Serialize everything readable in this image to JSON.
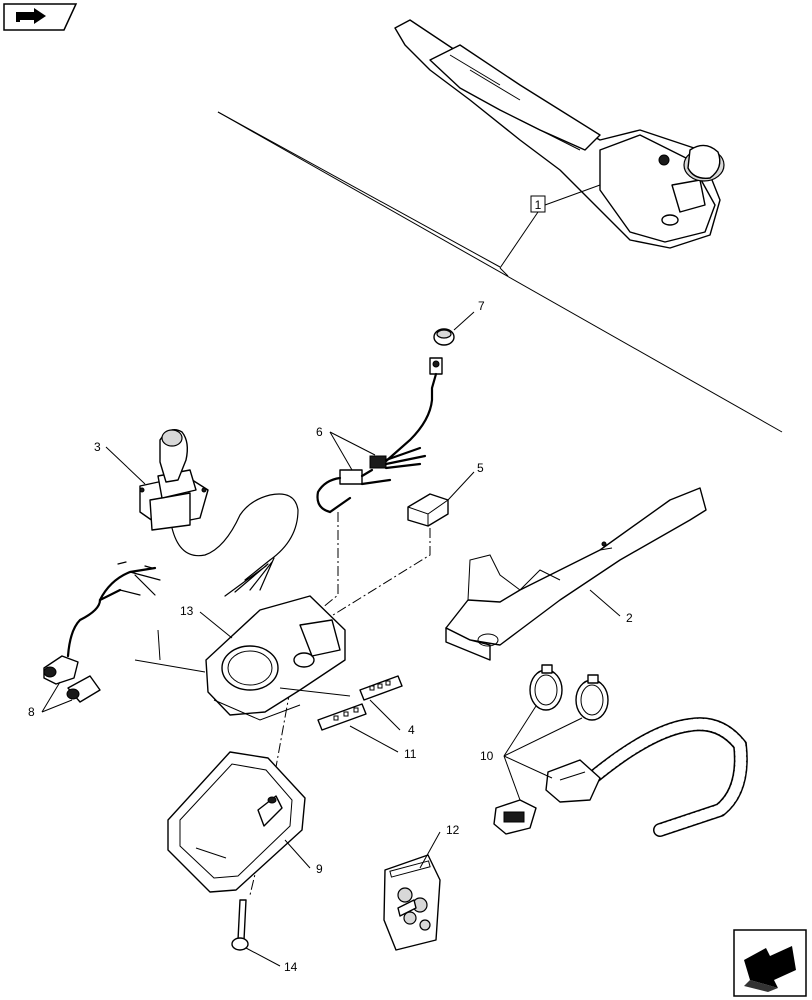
{
  "callouts": [
    {
      "id": "callout-1",
      "text": "1"
    },
    {
      "id": "callout-2",
      "text": "2"
    },
    {
      "id": "callout-3",
      "text": "3"
    },
    {
      "id": "callout-4",
      "text": "4"
    },
    {
      "id": "callout-5",
      "text": "5"
    },
    {
      "id": "callout-6",
      "text": "6"
    },
    {
      "id": "callout-7",
      "text": "7"
    },
    {
      "id": "callout-8",
      "text": "8"
    },
    {
      "id": "callout-9",
      "text": "9"
    },
    {
      "id": "callout-10",
      "text": "10"
    },
    {
      "id": "callout-11",
      "text": "11"
    },
    {
      "id": "callout-12",
      "text": "12"
    },
    {
      "id": "callout-13",
      "text": "13"
    },
    {
      "id": "callout-14",
      "text": "14"
    }
  ],
  "nav": {
    "top_icon": "book-arrow-icon",
    "bottom_icon": "next-page-arrow-icon"
  },
  "colors": {
    "line": "#000000",
    "background": "#ffffff"
  }
}
